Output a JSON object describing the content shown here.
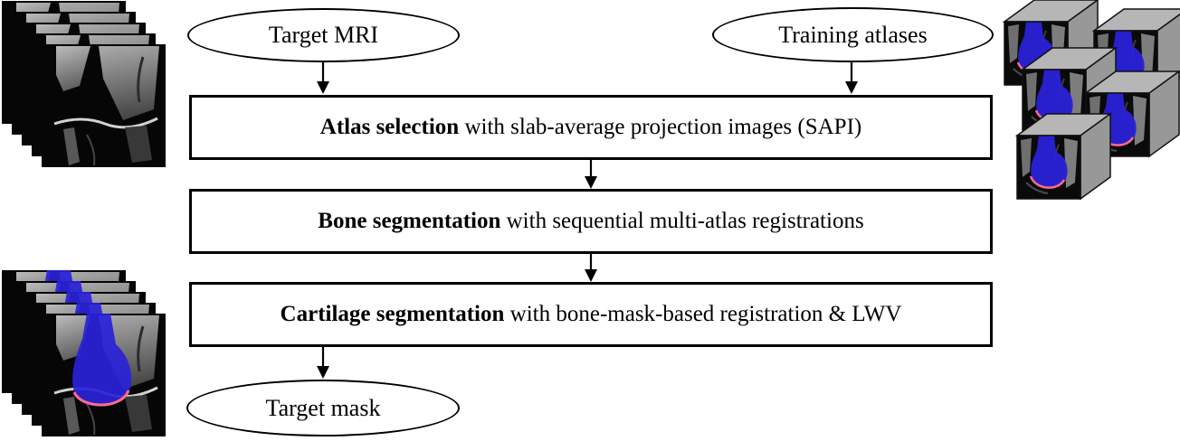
{
  "diagram": {
    "title_hint": "Cartilage segmentation pipeline flowchart",
    "nodes": {
      "target_mri": {
        "label": "Target MRI"
      },
      "training_atlases": {
        "label": "Training atlases"
      },
      "target_mask": {
        "label": "Target mask"
      }
    },
    "steps": [
      {
        "bold": "Atlas selection",
        "rest": " with slab-average projection images (SAPI)"
      },
      {
        "bold": "Bone segmentation",
        "rest": " with sequential multi-atlas registrations"
      },
      {
        "bold": "Cartilage segmentation",
        "rest": " with bone-mask-based registration & LWV"
      }
    ],
    "illustrations": {
      "target_mri_stack": {
        "icon": "mri-slice-stack-icon",
        "slices": 5
      },
      "target_mask_stack": {
        "icon": "masked-mri-slice-stack-icon",
        "slices": 5
      },
      "training_atlas_cubes": {
        "icon": "atlas-volume-cubes-icon",
        "count": 5
      }
    },
    "colors": {
      "outline": "#000000",
      "background": "#ffffff",
      "bone_mask_blue": "#2a22d8",
      "cartilage_pink": "#ff6b8a",
      "cube_top_gray": "#b6b6b6",
      "cube_side_gray": "#989898",
      "mri_tissue_gray": "#9a9a9a"
    }
  }
}
